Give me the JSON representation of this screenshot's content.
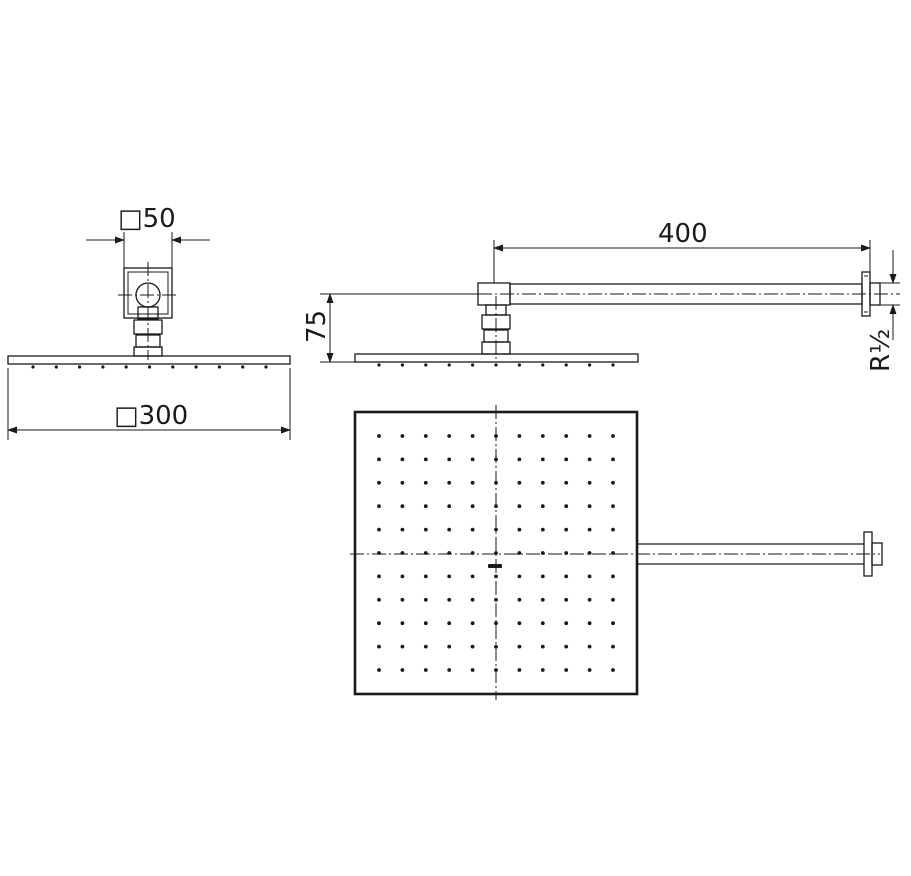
{
  "dimensions": {
    "arm_square": "□50",
    "head_square": "□300",
    "arm_length": "400",
    "drop_height": "75",
    "thread": "R½"
  },
  "nozzle_grid": {
    "rows": 11,
    "cols": 11
  }
}
